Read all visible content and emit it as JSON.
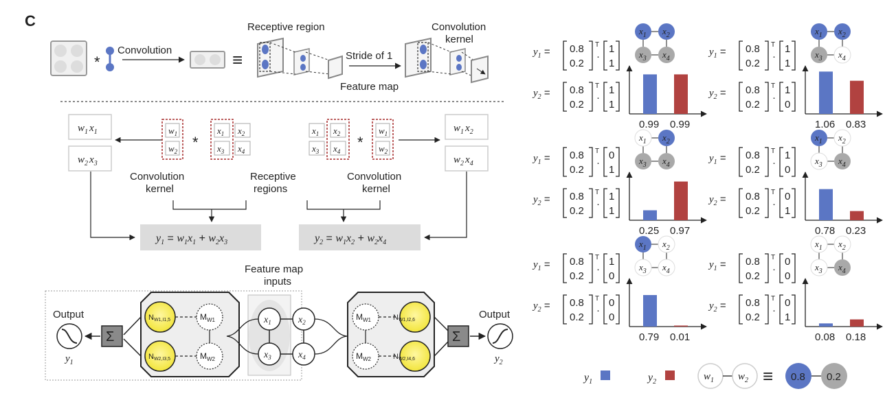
{
  "panel_letter": "C",
  "top": {
    "convolution": "Convolution",
    "receptive_region": "Receptive region",
    "stride": "Stride of 1",
    "feature_map": "Feature map",
    "kernel_line1": "Convolution",
    "kernel_line2": "kernel"
  },
  "middle": {
    "kernel_left_1": "Convolution",
    "kernel_left_2": "kernel",
    "receptive_1": "Receptive",
    "receptive_2": "regions",
    "kernel_right_1": "Convolution",
    "kernel_right_2": "kernel"
  },
  "bottom": {
    "fm_inputs_1": "Feature map",
    "fm_inputs_2": "inputs",
    "output_left": "Output",
    "output_right": "Output",
    "y_left": "y",
    "y_left_sub": "1",
    "y_right": "y",
    "y_right_sub": "2",
    "mem_w1": "M",
    "mem_w1_sub": "W1",
    "mem_w2": "M",
    "mem_w2_sub": "W2",
    "cell_tl": "W1,I1,5",
    "cell_bl": "W2,I3,5",
    "cell_tr": "W1,I2,6",
    "cell_br": "W2,I4,6"
  },
  "chart_data": [
    {
      "type": "bar",
      "categories": [
        "y1",
        "y2"
      ],
      "values": [
        0.99,
        0.99
      ],
      "value_labels": [
        "0.99",
        "0.99"
      ],
      "weights": "0.8,0.2",
      "input_y1": [
        "1",
        "1"
      ],
      "input_y2": [
        "1",
        "1"
      ]
    },
    {
      "type": "bar",
      "categories": [
        "y1",
        "y2"
      ],
      "values": [
        1.06,
        0.83
      ],
      "value_labels": [
        "1.06",
        "0.83"
      ],
      "weights": "0.8,0.2",
      "input_y1": [
        "1",
        "1"
      ],
      "input_y2": [
        "1",
        "0"
      ]
    },
    {
      "type": "bar",
      "categories": [
        "y1",
        "y2"
      ],
      "values": [
        0.25,
        0.97
      ],
      "value_labels": [
        "0.25",
        "0.97"
      ],
      "weights": "0.8,0.2",
      "input_y1": [
        "0",
        "1"
      ],
      "input_y2": [
        "1",
        "1"
      ]
    },
    {
      "type": "bar",
      "categories": [
        "y1",
        "y2"
      ],
      "values": [
        0.78,
        0.23
      ],
      "value_labels": [
        "0.78",
        "0.23"
      ],
      "weights": "0.8,0.2",
      "input_y1": [
        "1",
        "0"
      ],
      "input_y2": [
        "0",
        "1"
      ]
    },
    {
      "type": "bar",
      "categories": [
        "y1",
        "y2"
      ],
      "values": [
        0.79,
        0.01
      ],
      "value_labels": [
        "0.79",
        "0.01"
      ],
      "weights": "0.8,0.2",
      "input_y1": [
        "1",
        "0"
      ],
      "input_y2": [
        "0",
        "0"
      ]
    },
    {
      "type": "bar",
      "categories": [
        "y1",
        "y2"
      ],
      "values": [
        0.08,
        0.18
      ],
      "value_labels": [
        "0.08",
        "0.18"
      ],
      "weights": "0.8,0.2",
      "input_y1": [
        "0",
        "0"
      ],
      "input_y2": [
        "0",
        "1"
      ]
    }
  ],
  "legend": {
    "y1": "y",
    "y1_sub": "1",
    "y2": "y",
    "y2_sub": "2",
    "w1": "w",
    "w1_sub": "1",
    "w2": "w",
    "w2_sub": "2",
    "v1": "0.8",
    "v2": "0.2"
  },
  "colors": {
    "y1_bar": "#5b76c4",
    "y2_bar": "#b14240",
    "on_node": "#5b76c4",
    "off_node": "#a9a9a9",
    "yellow": "#f2e53c"
  }
}
